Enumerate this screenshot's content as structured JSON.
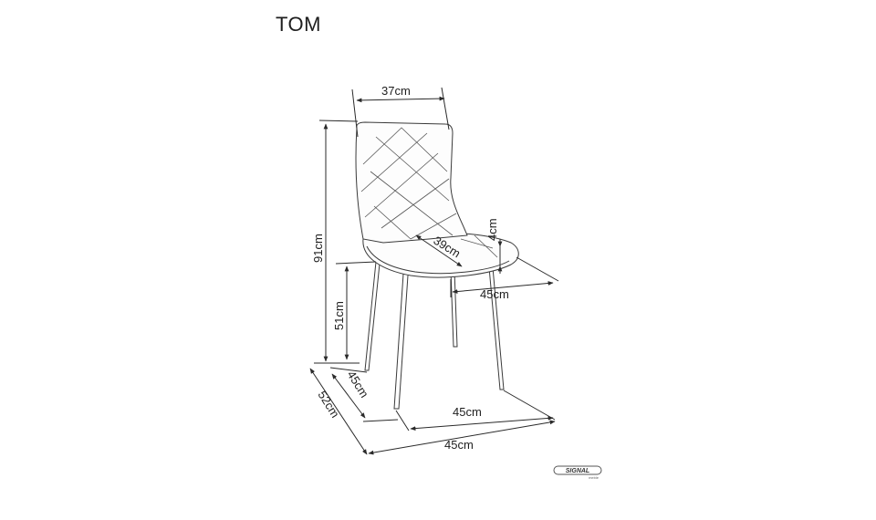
{
  "product": {
    "name": "TOM"
  },
  "dimensions": {
    "backrest_width": "37cm",
    "total_height": "91cm",
    "seat_height": "51cm",
    "seat_depth": "39cm",
    "seat_thickness": "4cm",
    "seat_width": "45cm",
    "leg_span_depth": "45cm",
    "leg_span_width": "45cm",
    "total_depth": "52cm",
    "total_width": "45cm"
  },
  "brand": {
    "logo_text": "SIGNAL",
    "logo_subtext": "meble"
  }
}
